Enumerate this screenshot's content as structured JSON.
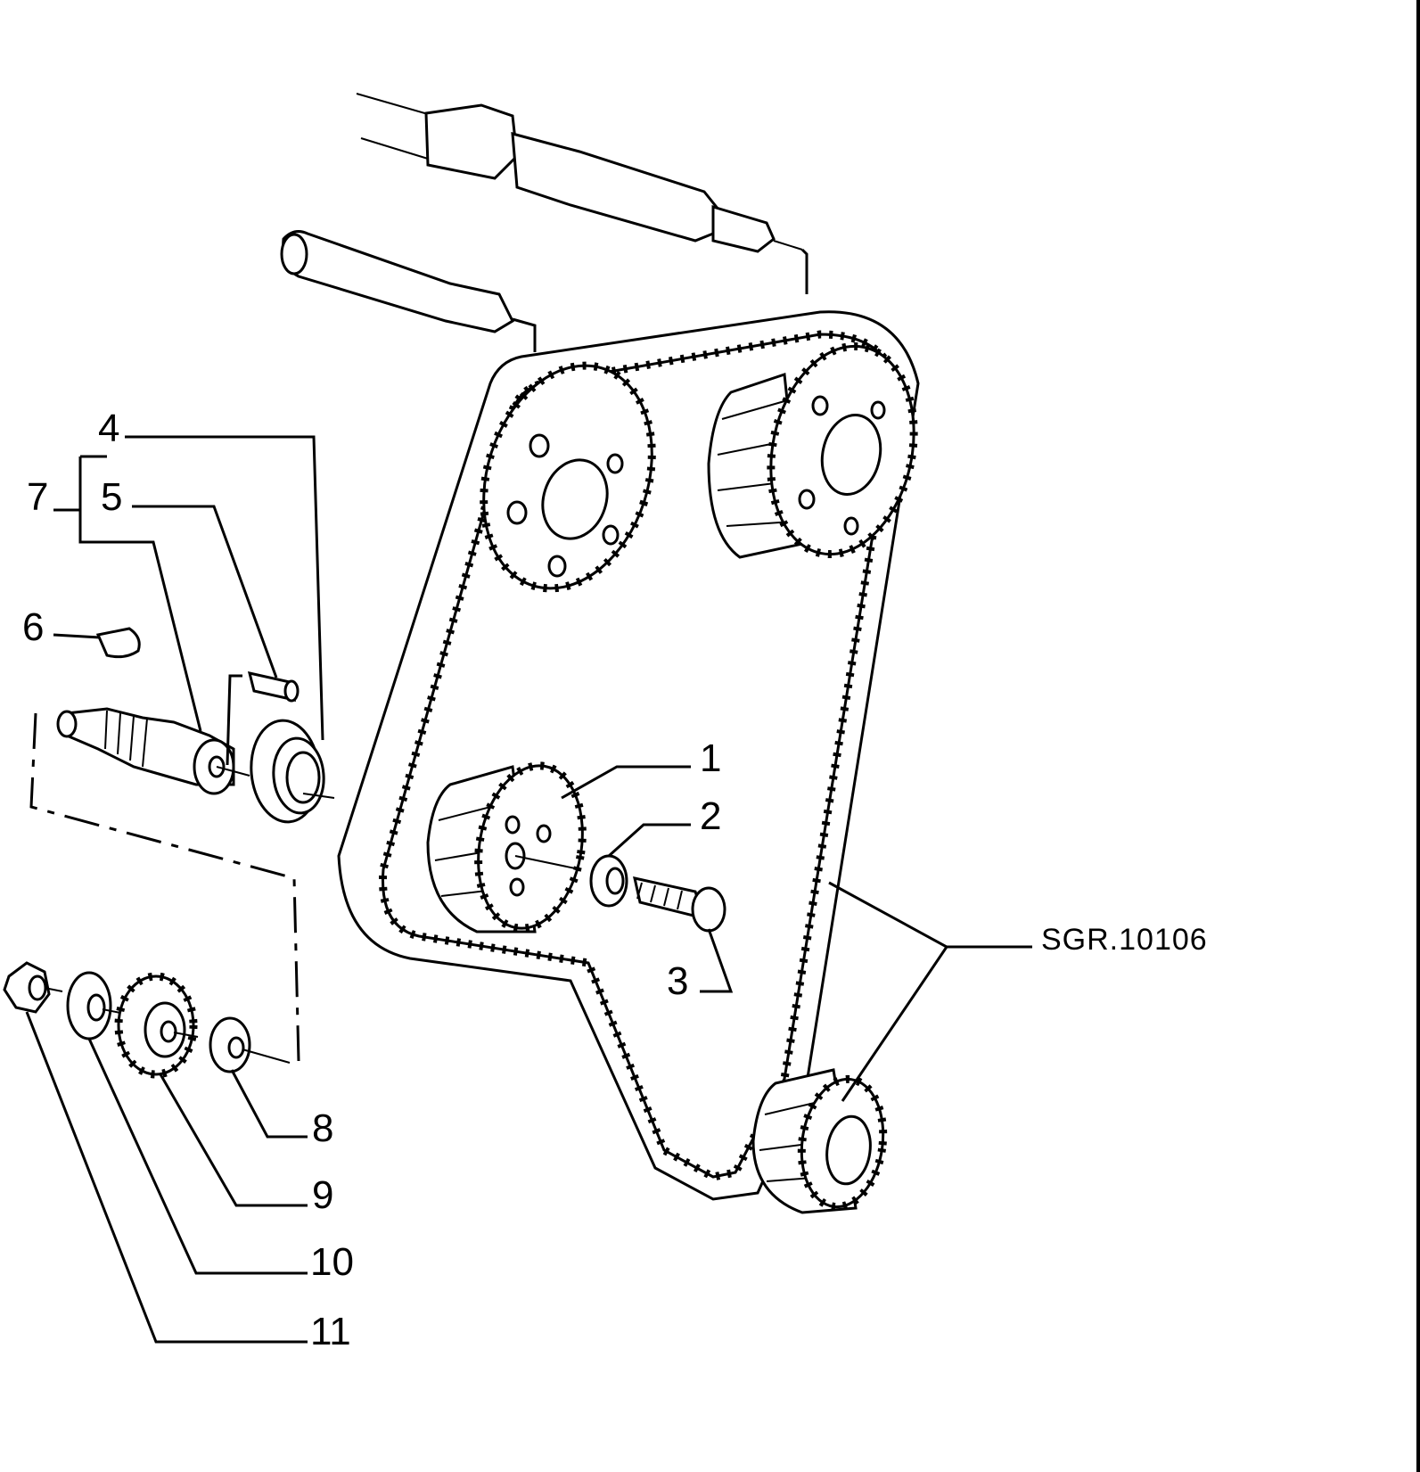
{
  "figure": {
    "code": "SGR.10106",
    "callouts": [
      "1",
      "2",
      "3",
      "4",
      "5",
      "6",
      "7",
      "8",
      "9",
      "10",
      "11"
    ]
  }
}
